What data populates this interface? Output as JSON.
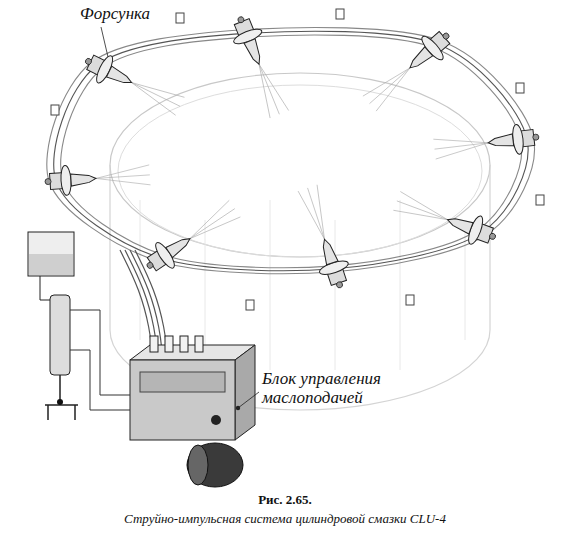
{
  "diagram": {
    "caption": "Рис. 2.65.",
    "labels": [
      "Форсунка",
      "Блок управления маслоподачей",
      "Струйно-импульсная система цилиндровой смазки CLU-4"
    ]
  }
}
